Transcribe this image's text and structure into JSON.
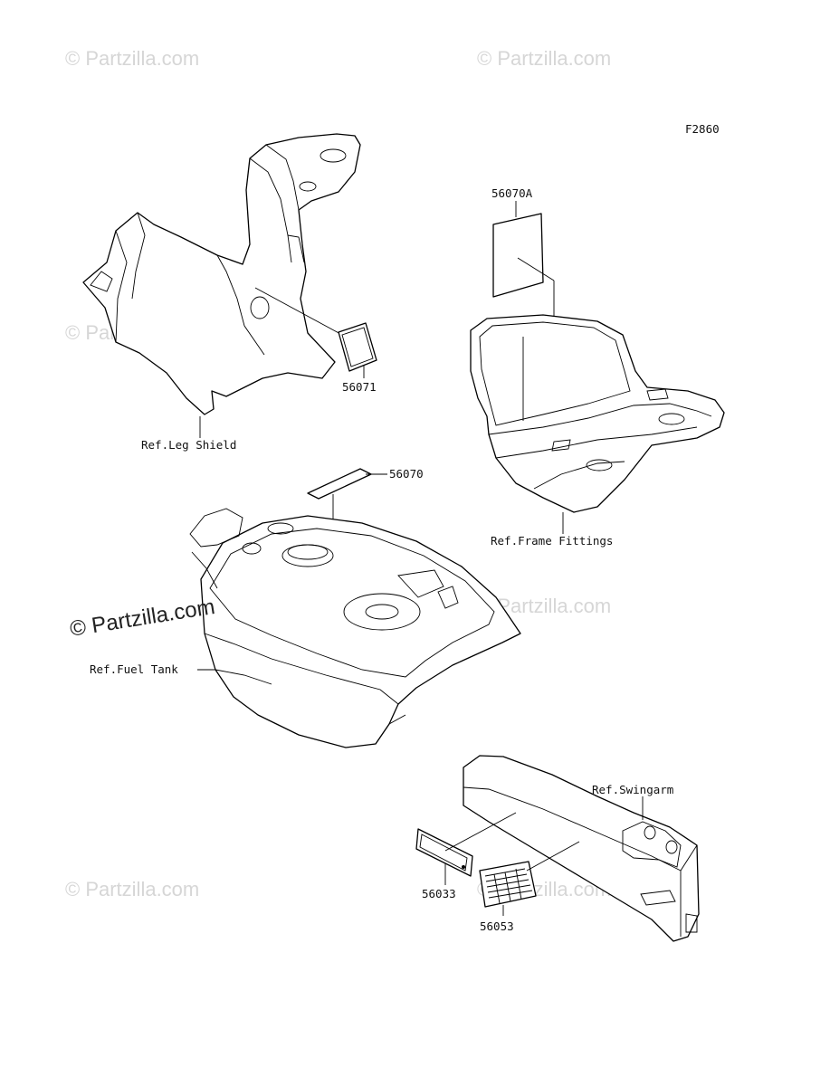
{
  "figure_code": "F2860",
  "watermark": {
    "text": "Partzilla.com",
    "symbol": "©",
    "highlighted_text": "© Partzilla.com"
  },
  "labels": {
    "part_56070A": "56070A",
    "part_56071": "56071",
    "part_56070": "56070",
    "part_56033": "56033",
    "part_56053": "56053",
    "ref_leg_shield": "Ref.Leg Shield",
    "ref_frame_fittings": "Ref.Frame Fittings",
    "ref_fuel_tank": "Ref.Fuel Tank",
    "ref_swingarm": "Ref.Swingarm"
  }
}
